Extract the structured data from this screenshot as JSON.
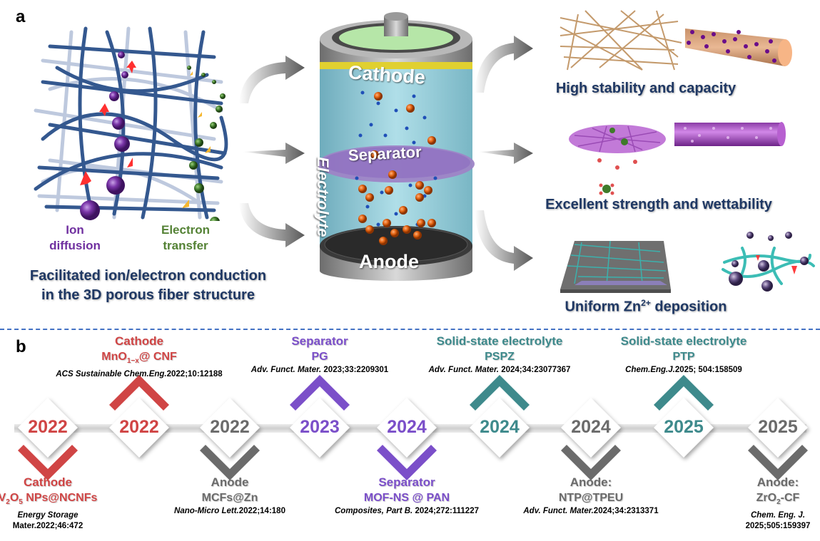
{
  "panel_a": {
    "label": "a",
    "fiber_legend": {
      "ion": [
        "Ion",
        "diffusion"
      ],
      "electron": [
        "Electron",
        "transfer"
      ]
    },
    "fiber_caption": [
      "Facilitated ion/electron conduction",
      "in the 3D porous fiber structure"
    ],
    "battery": {
      "cathode": "Cathode",
      "electrolyte": "Electrolyte",
      "separator": "Separator",
      "anode": "Anode"
    },
    "benefits": [
      {
        "text": "High stability and capacity"
      },
      {
        "text": "Excellent strength and wettability"
      },
      {
        "text_pre": "Uniform Zn",
        "sup": "2+",
        "text_post": " deposition"
      }
    ]
  },
  "panel_b": {
    "label": "b",
    "colors": {
      "cathode": "#d04545",
      "anode": "#6b6b6b",
      "separator": "#7b4fc9",
      "electrolyte": "#3e8a8c"
    },
    "milestones": [
      {
        "year": "2022",
        "position": "below",
        "category": "cathode",
        "title": "Cathode",
        "material_pre": "V",
        "material_sub1": "2",
        "material_mid": "O",
        "material_sub2": "5",
        "material_post": " NPs@NCNFs",
        "ref_journal": "Energy Storage",
        "ref_detail": "Mater.2022;46:472"
      },
      {
        "year": "2022",
        "position": "above",
        "category": "cathode",
        "title": "Cathode",
        "material_pre": "MnO",
        "material_sub1": "1−x",
        "material_post": "@ CNF",
        "ref_journal": "ACS Sustainable Chem.Eng.",
        "ref_detail": "2022;10:12188"
      },
      {
        "year": "2022",
        "position": "below",
        "category": "anode",
        "title": "Anode",
        "material": "MCFs@Zn",
        "ref_journal": "Nano-Micro Lett.",
        "ref_detail": "2022;14:180"
      },
      {
        "year": "2023",
        "position": "above",
        "category": "separator",
        "title": "Separator",
        "material": "PG",
        "ref_journal": "Adv. Funct. Mater.",
        "ref_detail": " 2023;33:2209301"
      },
      {
        "year": "2024",
        "position": "below",
        "category": "separator",
        "title": "Separator",
        "material": "MOF-NS @ PAN",
        "ref_journal": "Composites, Part B.",
        "ref_detail": " 2024;272:111227"
      },
      {
        "year": "2024",
        "position": "above",
        "category": "electrolyte",
        "title": "Solid-state electrolyte",
        "material": "PSPZ",
        "ref_journal": "Adv. Funct. Mater.",
        "ref_detail": " 2024;34:23077367"
      },
      {
        "year": "2024",
        "position": "below",
        "category": "anode",
        "title": "Anode:",
        "material": "NTP@TPEU",
        "ref_journal": "Adv. Funct. Mater.",
        "ref_detail": "2024;34:2313371"
      },
      {
        "year": "2025",
        "position": "above",
        "category": "electrolyte",
        "title": "Solid-state electrolyte",
        "material": "PTP",
        "ref_journal": "Chem.Eng.J.",
        "ref_detail": "2025; 504:158509"
      },
      {
        "year": "2025",
        "position": "below",
        "category": "anode",
        "title": "Anode:",
        "material_pre": "ZrO",
        "material_sub1": "2",
        "material_post": "-CF",
        "ref_journal": "Chem. Eng. J.",
        "ref_detail": "2025;505:159397"
      }
    ]
  }
}
